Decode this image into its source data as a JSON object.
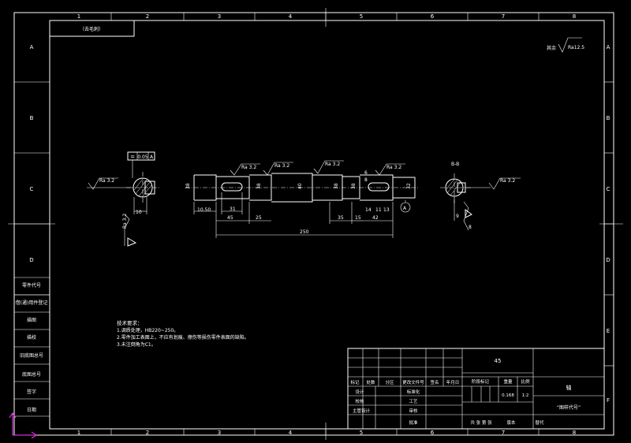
{
  "colors": {
    "background": "#000000",
    "lines": "#ffffff",
    "ucs_axis": "#ff3cff"
  },
  "frame": {
    "columns": [
      "1",
      "2",
      "3",
      "4",
      "5",
      "6",
      "7",
      "8"
    ],
    "rows": [
      "A",
      "B",
      "C",
      "D",
      "E",
      "F"
    ]
  },
  "corner_note": "（去毛刺）",
  "roughness_note": {
    "prefix": "其余",
    "value": "Ra12.5"
  },
  "section_label": "B-B",
  "roughness_labels": {
    "left_section": "Ra 3.2",
    "left_vertical": "Ra 3.2",
    "shaft_1": "Ra 3.2",
    "shaft_2": "Ra 3.2",
    "shaft_3": "Ra 3.2",
    "shaft_4": "Ra 3.2",
    "right_section": "Ra 3.2"
  },
  "tolerance_frame": {
    "symbol": "=",
    "value": "0.05",
    "datum": "A"
  },
  "dimensions": {
    "overall": "250",
    "left_end_len": "10.50",
    "key_left_len": "45",
    "key_left_w": "31",
    "seg_25": "25",
    "seg_35": "35",
    "seg_15": "15",
    "seg_42": "42",
    "seg_14": "14",
    "dia_1": "38",
    "dia_2": "38",
    "dia_3": "40",
    "dia_4": "38",
    "dia_5": "38",
    "dia_6": "32",
    "key_r_6": "6",
    "key_r_8": "8",
    "key_r_11": "11",
    "key_r_13": "13",
    "left_sec_10": "10",
    "right_sec_9": "9",
    "right_sec_8": "8",
    "datum_a": "A"
  },
  "technical_requirements": {
    "title": "技术要求：",
    "items": [
      "1.调质处理，HB220~250。",
      "2.零件加工表面上，不应有划痕、擦伤等损伤零件表面的缺陷。",
      "3.未注倒角为C1。"
    ]
  },
  "side_table": [
    "借(通)用件登记",
    "旧底图总号",
    "底图总号",
    "签字",
    "日期"
  ],
  "side_table_top": [
    "零件代号",
    "描图",
    "描校"
  ],
  "title_block": {
    "material": "45",
    "part_name": "轴",
    "drawing_number": "“图样代号”",
    "rev_headers": [
      "标记",
      "处数",
      "分区",
      "更改文件号",
      "签名",
      "年月日"
    ],
    "roles": [
      "设计",
      "校核",
      "主管设计",
      "审核",
      "批准"
    ],
    "role_cols": [
      "标准化",
      "工艺"
    ],
    "stage_header": "阶段标记",
    "weight_header": "重量",
    "scale_header": "比例",
    "weight": "0.168",
    "scale": "1:2",
    "sheet_info": "共 张 第 张",
    "version": "版本",
    "replace": "替代"
  }
}
